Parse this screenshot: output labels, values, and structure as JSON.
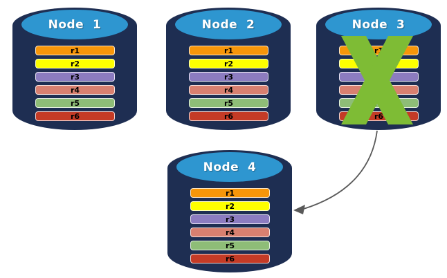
{
  "diagram": {
    "description": "Database replication diagram: four node cylinders with replicated rows; Node 3 is crossed out (failed) and an arrow points from Node 3 to Node 4",
    "colors": {
      "cylinder_body": "#1e2e52",
      "cylinder_cap": "#2e96d0",
      "title_text": "#ffffff",
      "row_text": "#000000",
      "failure_cross": "#7ebc35",
      "arrow": "#595959"
    },
    "nodes": [
      {
        "label": "Node  1",
        "failed": false,
        "rows": [
          {
            "label": "r1",
            "color": "#f7960a"
          },
          {
            "label": "r2",
            "color": "#feff00"
          },
          {
            "label": "r3",
            "color": "#8c7cc0"
          },
          {
            "label": "r4",
            "color": "#d88070"
          },
          {
            "label": "r5",
            "color": "#8ebd77"
          },
          {
            "label": "r6",
            "color": "#c43b26"
          }
        ]
      },
      {
        "label": "Node  2",
        "failed": false,
        "rows": [
          {
            "label": "r1",
            "color": "#f7960a"
          },
          {
            "label": "r2",
            "color": "#feff00"
          },
          {
            "label": "r3",
            "color": "#8c7cc0"
          },
          {
            "label": "r4",
            "color": "#d88070"
          },
          {
            "label": "r5",
            "color": "#8ebd77"
          },
          {
            "label": "r6",
            "color": "#c43b26"
          }
        ]
      },
      {
        "label": "Node  3",
        "failed": true,
        "rows": [
          {
            "label": "r1",
            "color": "#f7960a"
          },
          {
            "label": "r2",
            "color": "#feff00"
          },
          {
            "label": "r3",
            "color": "#8c7cc0"
          },
          {
            "label": "r4",
            "color": "#d88070"
          },
          {
            "label": "r5",
            "color": "#8ebd77"
          },
          {
            "label": "r6",
            "color": "#c43b26"
          }
        ]
      },
      {
        "label": "Node  4",
        "failed": false,
        "rows": [
          {
            "label": "r1",
            "color": "#f7960a"
          },
          {
            "label": "r2",
            "color": "#feff00"
          },
          {
            "label": "r3",
            "color": "#8c7cc0"
          },
          {
            "label": "r4",
            "color": "#d88070"
          },
          {
            "label": "r5",
            "color": "#8ebd77"
          },
          {
            "label": "r6",
            "color": "#c43b26"
          }
        ]
      }
    ],
    "arrow": {
      "from": "Node 3",
      "to": "Node 4"
    }
  }
}
